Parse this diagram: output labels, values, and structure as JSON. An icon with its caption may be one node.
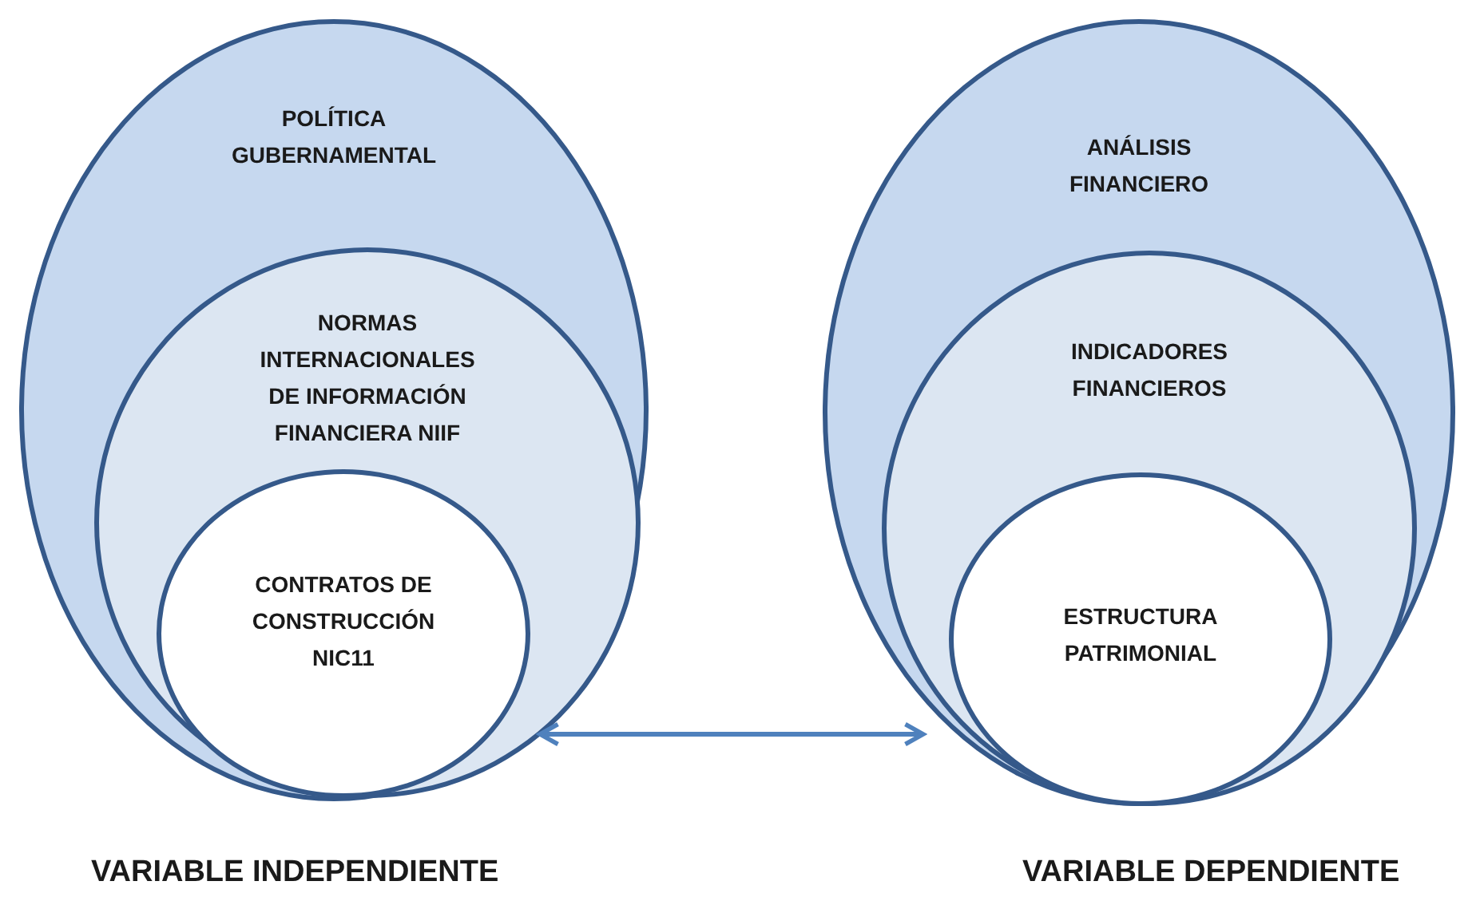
{
  "diagram": {
    "nodes": [
      {
        "text": [
          "POLÍTICA GUBERNAMENTAL"
        ],
        "beside": [
          "VARIABLE INDEPENDIENTE"
        ]
      },
      {
        "text": [
          "NORMAS INTERNACIONALES DE INFORMACIÓN FINANCIERA NIIF"
        ],
        "in": 0
      },
      {
        "text": [
          "CONTRATOS DE CONSTRUCCIÓN NIC11"
        ],
        "in": 1
      },
      {
        "text": [
          "ANÁLISIS FINANCIERO"
        ],
        "beside": [
          "VARIABLE DEPENDIENTE"
        ]
      },
      {
        "text": [
          "INDICADORES FINANCIEROS"
        ],
        "in": 3
      },
      {
        "text": [
          "ESTRUCTURA PATRIMONIAL"
        ],
        "in": 4
      }
    ],
    "edges": [
      {
        "from": 2,
        "to": 5,
        "arrow": "both"
      }
    ]
  }
}
